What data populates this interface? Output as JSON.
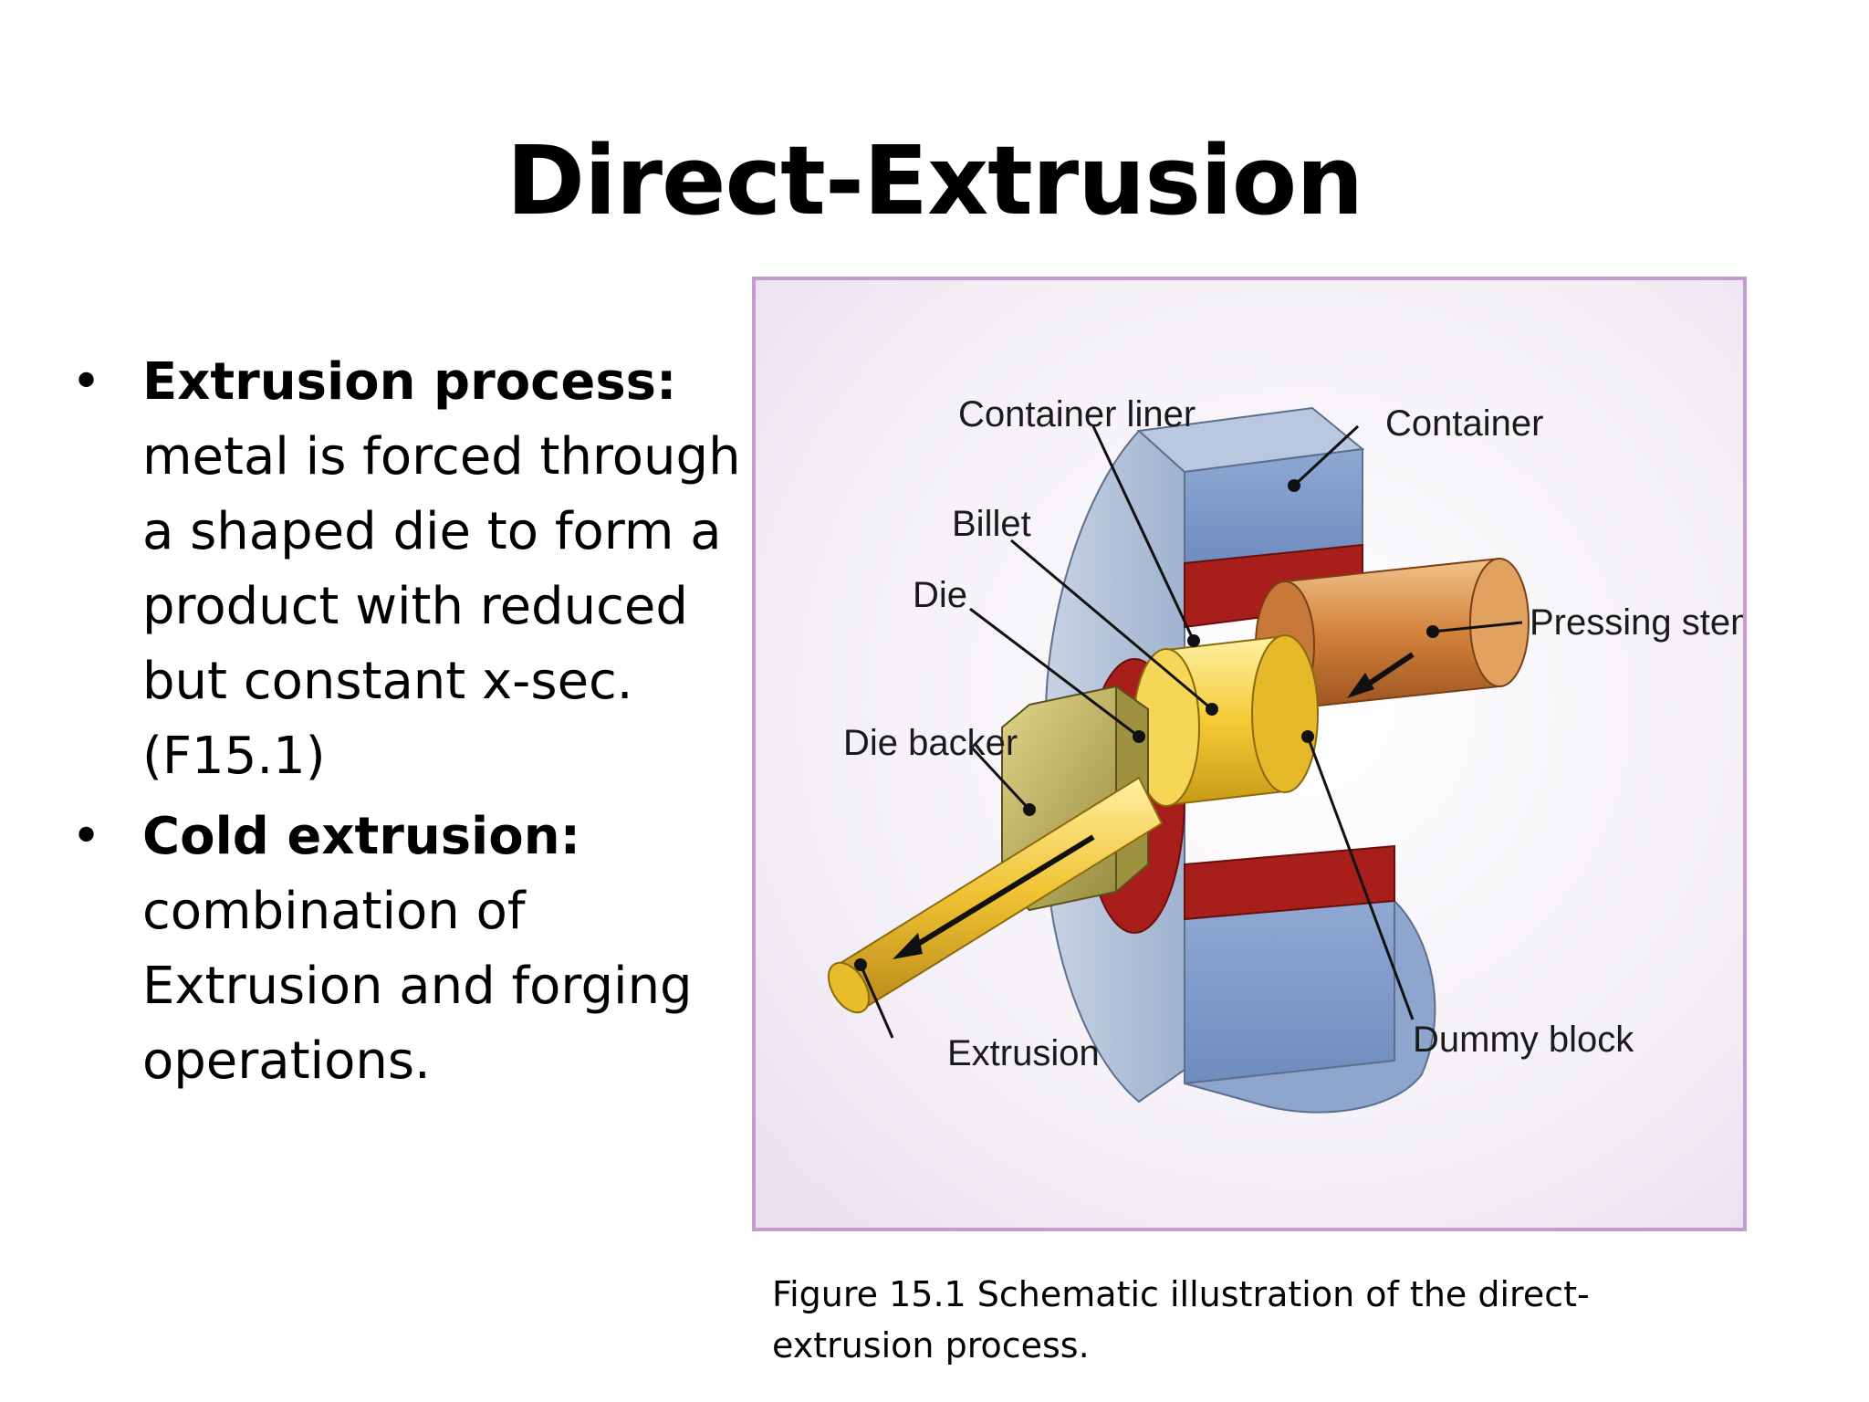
{
  "slide": {
    "title": "Direct-Extrusion"
  },
  "bullets": [
    {
      "heading": "Extrusion process:",
      "body": "metal is forced through a shaped die to form a product with reduced but constant x-sec.(F15.1)"
    },
    {
      "heading": "Cold extrusion:",
      "body": "combination of Extrusion and forging operations."
    }
  ],
  "figure": {
    "labels": {
      "container_liner": "Container liner",
      "container": "Container",
      "billet": "Billet",
      "die": "Die",
      "pressing_stem": "Pressing stem",
      "die_backer": "Die backer",
      "extrusion": "Extrusion",
      "dummy_block": "Dummy block"
    },
    "caption": "Figure 15.1  Schematic illustration of the direct-extrusion process."
  },
  "colors": {
    "container": "#7f9fc9",
    "liner": "#a81e1a",
    "billet": "#f3c630",
    "stem": "#c8762d",
    "die_backer": "#b7a74a",
    "frame_border": "#c59bd0"
  }
}
